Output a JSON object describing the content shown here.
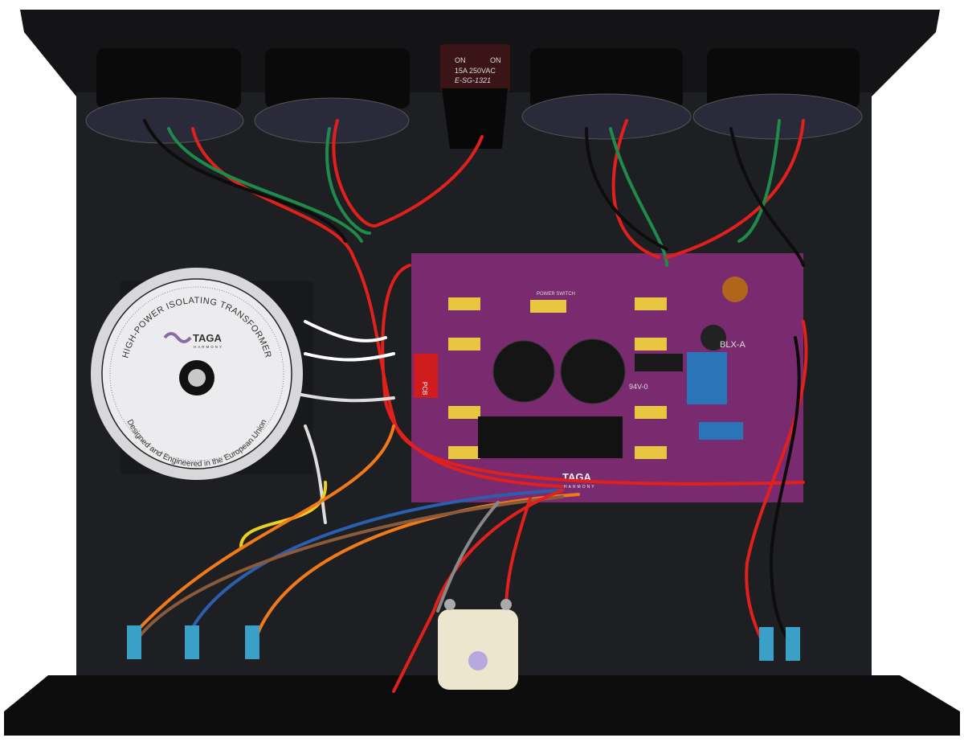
{
  "power_switch": {
    "label_left": "ON",
    "label_right": "ON",
    "rating": "15A 250VAC",
    "model": "E-SG-1321"
  },
  "transformer": {
    "title": "HIGH-POWER ISOLATING TRANSFORMER",
    "brand": "TAGA",
    "brand_sub": "HARMONY",
    "footer": "Designed and Engineered in the European Union"
  },
  "pcb": {
    "brand": "TAGA",
    "brand_sub": "HARMONY",
    "module": "BLX-A",
    "pcb_mark": "PCB",
    "switch_mark": "POWER SWITCH",
    "board_code": "94V-0"
  },
  "colors": {
    "chassis": "#1b1c1e",
    "pcb": "#7a2a6e",
    "wire_red": "#e0201c",
    "wire_green": "#1f8a4a",
    "wire_orange": "#f07a1a",
    "wire_blue": "#2a5fb0",
    "wire_black": "#0d0d0d"
  }
}
